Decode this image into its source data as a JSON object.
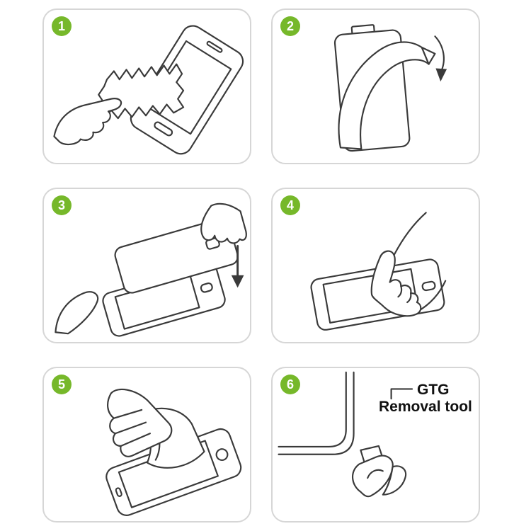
{
  "theme": {
    "accent_green": "#76b82a",
    "line_color": "#3a3a3a",
    "panel_border": "#d6d6d6",
    "background": "#ffffff",
    "label_color": "#111111"
  },
  "panels": [
    {
      "number": "1",
      "illustration": "wipe-screen-with-cloth"
    },
    {
      "number": "2",
      "illustration": "peel-backing-film"
    },
    {
      "number": "3",
      "illustration": "align-protector-and-lower"
    },
    {
      "number": "4",
      "illustration": "press-screen-center"
    },
    {
      "number": "5",
      "illustration": "smooth-out-film"
    },
    {
      "number": "6",
      "illustration": "gtg-removal-tool",
      "label_line1": "GTG",
      "label_line2": "Removal tool"
    }
  ]
}
